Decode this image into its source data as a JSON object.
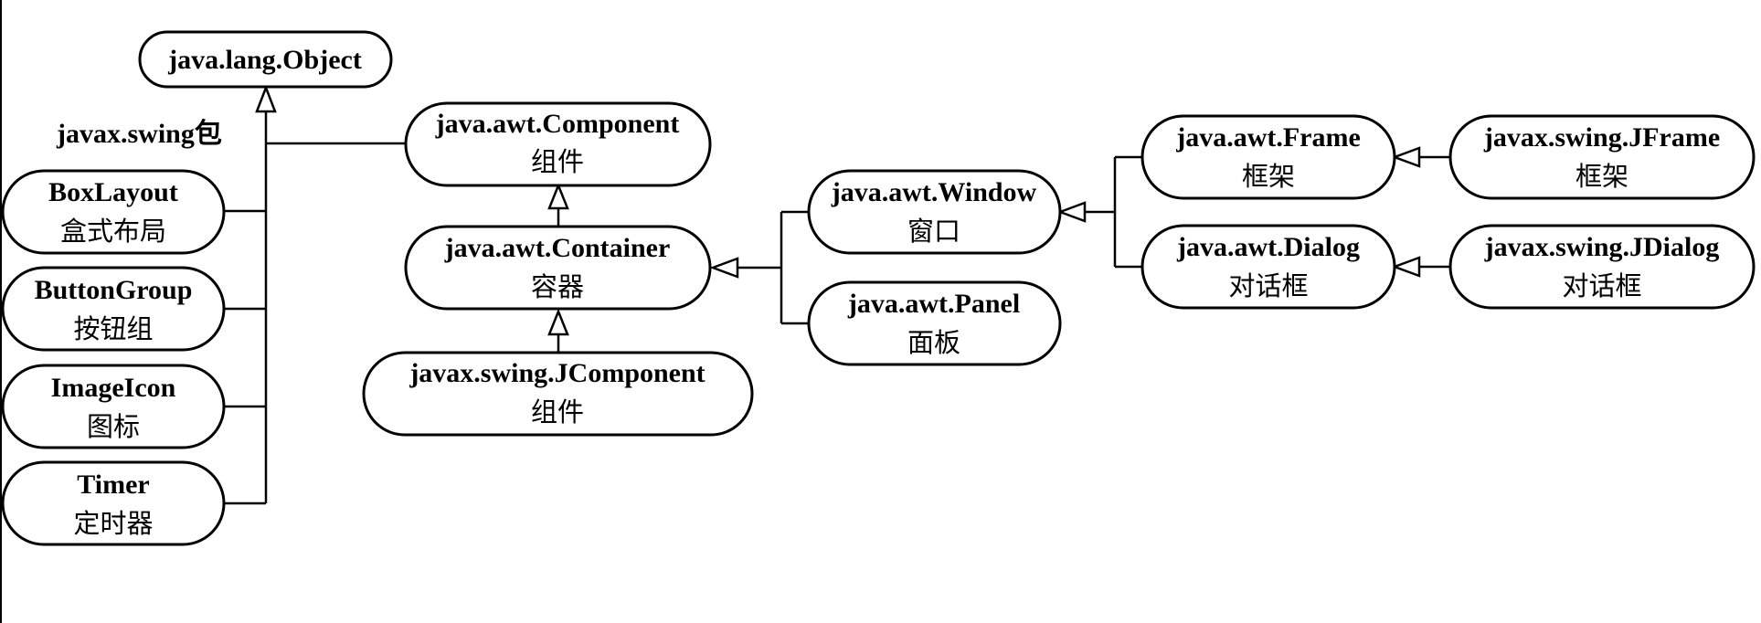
{
  "nodes": {
    "object": {
      "name": "java.lang.Object",
      "desc": ""
    },
    "box_layout": {
      "name": "BoxLayout",
      "desc": "盒式布局"
    },
    "button_group": {
      "name": "ButtonGroup",
      "desc": "按钮组"
    },
    "image_icon": {
      "name": "ImageIcon",
      "desc": "图标"
    },
    "timer": {
      "name": "Timer",
      "desc": "定时器"
    },
    "component": {
      "name": "java.awt.Component",
      "desc": "组件"
    },
    "container": {
      "name": "java.awt.Container",
      "desc": "容器"
    },
    "jcomponent": {
      "name": "javax.swing.JComponent",
      "desc": "组件"
    },
    "window": {
      "name": "java.awt.Window",
      "desc": "窗口"
    },
    "panel": {
      "name": "java.awt.Panel",
      "desc": "面板"
    },
    "frame": {
      "name": "java.awt.Frame",
      "desc": "框架"
    },
    "dialog": {
      "name": "java.awt.Dialog",
      "desc": "对话框"
    },
    "jframe": {
      "name": "javax.swing.JFrame",
      "desc": "框架"
    },
    "jdialog": {
      "name": "javax.swing.JDialog",
      "desc": "对话框"
    }
  },
  "labels": {
    "swing_package": "javax.swing包"
  }
}
